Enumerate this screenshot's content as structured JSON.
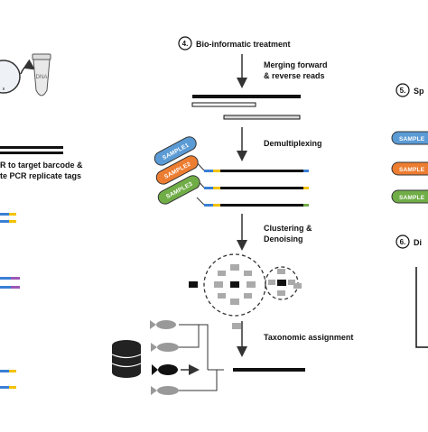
{
  "steps": {
    "step4": {
      "number": "4.",
      "label": "Bio-informatic treatment"
    },
    "step5": {
      "number": "5.",
      "label": "Sp"
    },
    "step6": {
      "number": "6.",
      "label": "Di"
    }
  },
  "left_panel": {
    "line1": "R to target barcode &",
    "line2": "te PCR replicate tags"
  },
  "process": {
    "merging_line1": "Merging forward",
    "merging_line2": "& reverse reads",
    "demultiplexing": "Demultiplexing",
    "clustering_line1": "Clustering &",
    "clustering_line2": "Denoising",
    "taxonomic": "Taxonomic assignment"
  },
  "samples": [
    {
      "label": "SAMPLE1",
      "color": "#5b9bd5"
    },
    {
      "label": "SAMPLE2",
      "color": "#ed7d31"
    },
    {
      "label": "SAMPLE3",
      "color": "#70ad47"
    }
  ],
  "right_samples": [
    {
      "label": "SAMPLE",
      "color": "#5b9bd5"
    },
    {
      "label": "SAMPLE",
      "color": "#ed7d31"
    },
    {
      "label": "SAMPLE",
      "color": "#70ad47"
    }
  ],
  "tube_label": "DNA",
  "colors": {
    "read": "#111111",
    "reverse_read_fill": "#d9d9d9",
    "tag_yellow": "#f2c200",
    "tag_blue": "#3a7fd5",
    "tag_purple": "#9b59b6",
    "cluster_gray": "#aaaaaa",
    "arrow": "#333333"
  }
}
